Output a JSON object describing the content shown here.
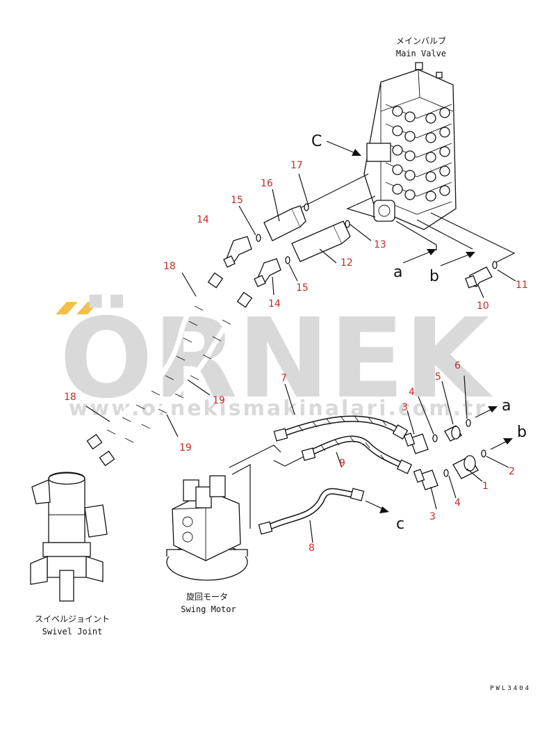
{
  "diagram": {
    "main_valve": {
      "label_jp": "メインバルブ",
      "label_en": "Main Valve"
    },
    "swing_motor": {
      "label_jp": "旋回モータ",
      "label_en": "Swing Motor"
    },
    "swivel_joint": {
      "label_jp": "スイベルジョイント",
      "label_en": "Swivel Joint"
    },
    "ports": {
      "a": "a",
      "b": "b",
      "c": "C",
      "c_small": "c"
    },
    "parts": {
      "p1": "1",
      "p2": "2",
      "p3a": "3",
      "p3b": "3",
      "p4a": "4",
      "p4b": "4",
      "p5": "5",
      "p6": "6",
      "p7": "7",
      "p8": "8",
      "p9": "9",
      "p10": "10",
      "p11": "11",
      "p12": "12",
      "p13": "13",
      "p14a": "14",
      "p14b": "14",
      "p15a": "15",
      "p15b": "15",
      "p16": "16",
      "p17": "17",
      "p18a": "18",
      "p18b": "18",
      "p19a": "19",
      "p19b": "19"
    },
    "drawing_code": "PWL3404"
  },
  "watermark": {
    "brand": "ÖRNEK",
    "url": "www.ornekismakinalari.com.tr",
    "accent_color": "#f2c04a",
    "text_color": "#d9d9d9"
  },
  "colors": {
    "line": "#111111",
    "part_number": "#c62828"
  }
}
